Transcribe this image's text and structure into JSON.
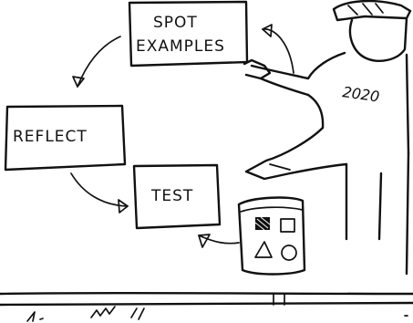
{
  "boxes": {
    "spot_line1": "SPOT",
    "spot_line2": "EXAMPLES",
    "reflect": "REFLECT",
    "test": "TEST"
  },
  "figure": {
    "shirt_text": "2020"
  },
  "canvas": {
    "background": "#ffffff",
    "ink": "#111111"
  }
}
